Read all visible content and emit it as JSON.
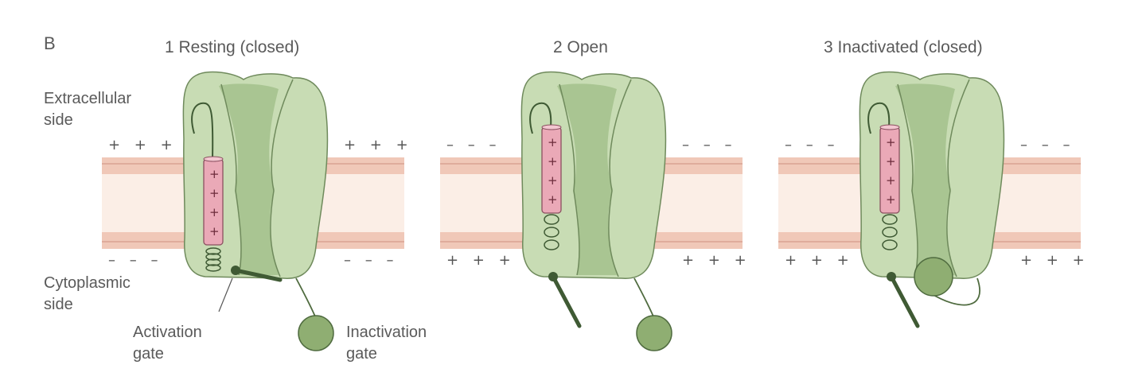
{
  "figure": {
    "panel_letter": "B",
    "side_labels": {
      "extracellular_line1": "Extracellular",
      "extracellular_line2": "side",
      "cytoplasmic_line1": "Cytoplasmic",
      "cytoplasmic_line2": "side"
    },
    "gate_labels": {
      "activation_line1": "Activation",
      "activation_line2": "gate",
      "inactivation_line1": "Inactivation",
      "inactivation_line2": "gate"
    },
    "panels": [
      {
        "title": "1  Resting (closed)",
        "outside_left": "+ + +",
        "outside_right": "+ + +",
        "inside_left": "– – –",
        "inside_right": "– – –",
        "sensor_marks": [
          "+",
          "+",
          "+",
          "+"
        ],
        "activation_gate": "closed",
        "inactivation_gate": "open"
      },
      {
        "title": "2  Open",
        "outside_left": "– – –",
        "outside_right": "– – –",
        "inside_left": "+ + +",
        "inside_right": "+ + +",
        "sensor_marks": [
          "+",
          "+",
          "+",
          "+"
        ],
        "activation_gate": "open",
        "inactivation_gate": "open"
      },
      {
        "title": "3  Inactivated (closed)",
        "outside_left": "– – –",
        "outside_right": "– – –",
        "inside_left": "+ + +",
        "inside_right": "+ + +",
        "sensor_marks": [
          "+",
          "+",
          "+",
          "+"
        ],
        "activation_gate": "open",
        "inactivation_gate": "closed"
      }
    ],
    "colors": {
      "channel_fill": "#c8dcb4",
      "channel_stroke": "#6f8a5c",
      "pore_fill": "#a9c592",
      "membrane_band": "#f0c8b8",
      "membrane_core": "#fbeee6",
      "sensor_fill": "#eaa9b7",
      "gate_fill": "#8fae72",
      "gate_stroke": "#4f6b3f"
    }
  }
}
